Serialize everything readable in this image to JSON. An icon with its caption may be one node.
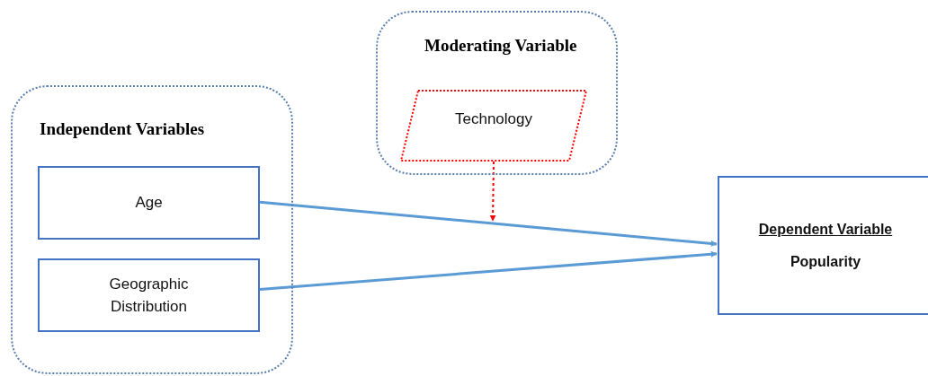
{
  "diagram": {
    "nodes": [
      {
        "text": [
          "Independent Variables"
        ]
      },
      {
        "text": [
          "Age"
        ],
        "in": 0
      },
      {
        "text": [
          "Geographic Distribution"
        ],
        "in": 0
      },
      {
        "text": [
          "Moderating Variable"
        ]
      },
      {
        "text": [
          "Technology"
        ],
        "in": 3
      },
      {
        "text": [
          "Dependent Variable",
          "Popularity"
        ]
      }
    ],
    "edges": [
      {
        "from": 1,
        "to": 5,
        "arrow": "to"
      },
      {
        "from": 2,
        "to": 5,
        "arrow": "to"
      },
      {
        "from": 4,
        "to": null,
        "arrow": "to",
        "style": "dashed",
        "color": "#ff0000"
      }
    ]
  }
}
